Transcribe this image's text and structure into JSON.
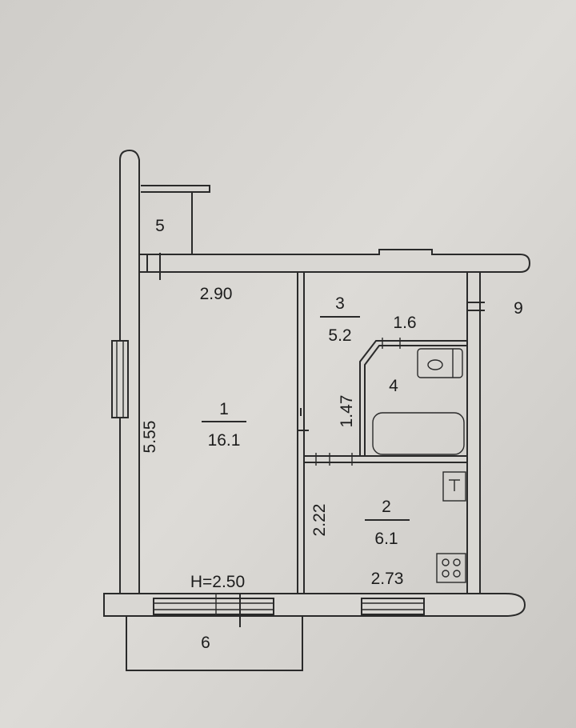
{
  "plan": {
    "ceiling_height": "H=2.50",
    "rooms": [
      {
        "number": "1",
        "area": "16.1"
      },
      {
        "number": "2",
        "area": "6.1"
      },
      {
        "number": "3",
        "area": "5.2"
      },
      {
        "number": "4"
      },
      {
        "number": "5"
      },
      {
        "number": "6"
      },
      {
        "number": "9"
      }
    ],
    "dimensions": {
      "room1_width": "2.90",
      "room1_length": "5.55",
      "room2_width": "2.73",
      "room2_length": "2.22",
      "bath_width": "1.6",
      "bath_length": "1.47"
    }
  }
}
